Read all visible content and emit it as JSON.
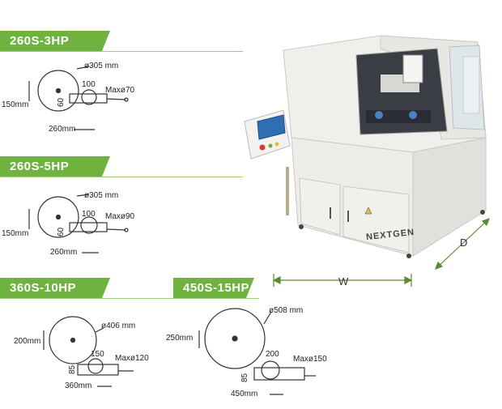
{
  "colors": {
    "accent": "#6fb23f"
  },
  "diagrams": [
    {
      "model": "260S-3HP",
      "disc": "ø305 mm",
      "height": "150mm",
      "width": "260mm",
      "clamp": "100",
      "clamp_h": "60",
      "max": "Maxø70"
    },
    {
      "model": "260S-5HP",
      "disc": "ø305 mm",
      "height": "150mm",
      "width": "260mm",
      "clamp": "100",
      "clamp_h": "60",
      "max": "Maxø90"
    },
    {
      "model": "360S-10HP",
      "disc": "ø406 mm",
      "height": "200mm",
      "width": "360mm",
      "clamp": "150",
      "clamp_h": "85",
      "max": "Maxø120"
    },
    {
      "model": "450S-15HP",
      "disc": "ø508 mm",
      "height": "250mm",
      "width": "450mm",
      "clamp": "200",
      "clamp_h": "85",
      "max": "Maxø150"
    }
  ],
  "machine": {
    "brand": "NEXTGEN",
    "width_label": "W",
    "depth_label": "D"
  }
}
